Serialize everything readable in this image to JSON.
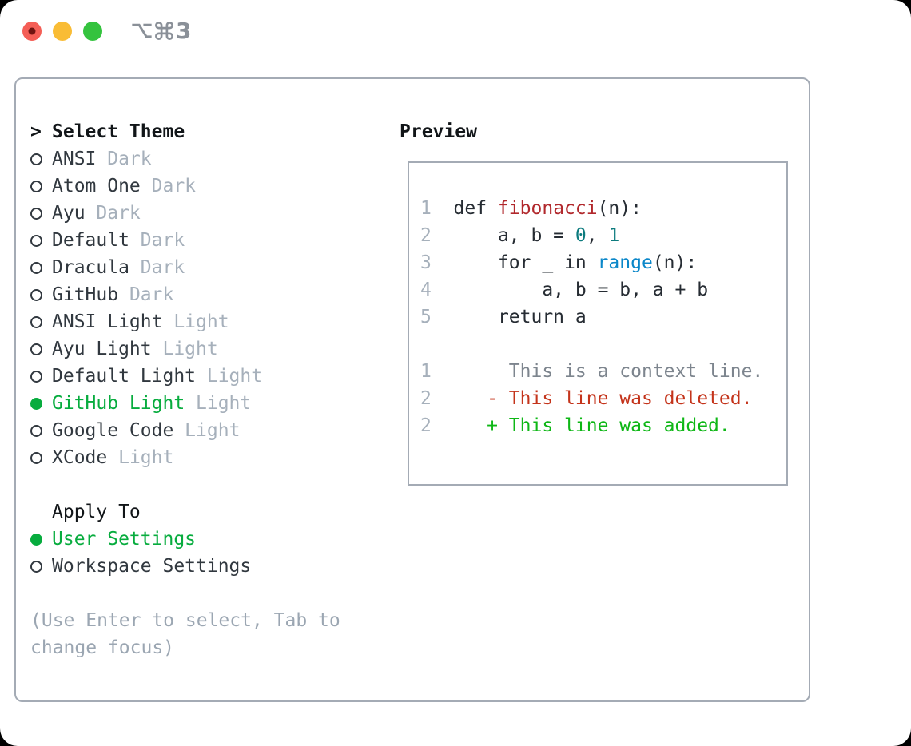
{
  "colors": {
    "heading": "#111518",
    "text_dark": "#31383f",
    "muted": "#a6b0bb",
    "hint": "#9ba6b2",
    "border": "#a4abb5",
    "accent_green": "#07ac3e",
    "code": "#262c33",
    "func": "#b1282c",
    "number": "#0d7b7e",
    "builtin": "#0b87c9",
    "context": "#7d858e",
    "deleted": "#c4341b",
    "added": "#0eb716",
    "traffic_red": "#f45e56",
    "traffic_red_dot": "#701310",
    "traffic_yellow": "#f9bc35",
    "traffic_green": "#34c33e",
    "title_gray": "#8a9098"
  },
  "window": {
    "title": "⌥⌘3",
    "title_digit": "3"
  },
  "theme_panel": {
    "prompt": ">",
    "header": "Select Theme",
    "items": [
      {
        "name": "ANSI",
        "variant": "Dark",
        "selected": false
      },
      {
        "name": "Atom One",
        "variant": "Dark",
        "selected": false
      },
      {
        "name": "Ayu",
        "variant": "Dark",
        "selected": false
      },
      {
        "name": "Default",
        "variant": "Dark",
        "selected": false
      },
      {
        "name": "Dracula",
        "variant": "Dark",
        "selected": false
      },
      {
        "name": "GitHub",
        "variant": "Dark",
        "selected": false
      },
      {
        "name": "ANSI Light",
        "variant": "Light",
        "selected": false
      },
      {
        "name": "Ayu Light",
        "variant": "Light",
        "selected": false
      },
      {
        "name": "Default Light",
        "variant": "Light",
        "selected": false
      },
      {
        "name": "GitHub Light",
        "variant": "Light",
        "selected": true
      },
      {
        "name": "Google Code",
        "variant": "Light",
        "selected": false
      },
      {
        "name": "XCode",
        "variant": "Light",
        "selected": false
      }
    ],
    "apply_to": {
      "header": "Apply To",
      "options": [
        {
          "label": "User Settings",
          "selected": true
        },
        {
          "label": "Workspace Settings",
          "selected": false
        }
      ]
    },
    "hint_lines": [
      "(Use Enter to select, Tab to",
      "change focus)"
    ]
  },
  "preview": {
    "header": "Preview",
    "lines": [
      {
        "num": "1",
        "kind": "code",
        "segments": [
          {
            "text": "  def ",
            "color": "code"
          },
          {
            "text": "fibonacci",
            "color": "func"
          },
          {
            "text": "(n):",
            "color": "code"
          }
        ]
      },
      {
        "num": "2",
        "kind": "code",
        "segments": [
          {
            "text": "      a, b = ",
            "color": "code"
          },
          {
            "text": "0",
            "color": "number"
          },
          {
            "text": ", ",
            "color": "code"
          },
          {
            "text": "1",
            "color": "number"
          }
        ]
      },
      {
        "num": "3",
        "kind": "code",
        "segments": [
          {
            "text": "      for _ in ",
            "color": "code"
          },
          {
            "text": "range",
            "color": "builtin"
          },
          {
            "text": "(n):",
            "color": "code"
          }
        ]
      },
      {
        "num": "4",
        "kind": "code",
        "segments": [
          {
            "text": "          a, b = b, a + b",
            "color": "code"
          }
        ]
      },
      {
        "num": "5",
        "kind": "code",
        "segments": [
          {
            "text": "      return a",
            "color": "code"
          }
        ]
      },
      {
        "num": "",
        "kind": "blank",
        "segments": []
      },
      {
        "num": "1",
        "kind": "context",
        "segments": [
          {
            "text": "       This is a context line.",
            "color": "context"
          }
        ]
      },
      {
        "num": "2",
        "kind": "deleted",
        "segments": [
          {
            "text": "     - This line was deleted.",
            "color": "deleted"
          }
        ]
      },
      {
        "num": "2",
        "kind": "added",
        "segments": [
          {
            "text": "     + This line was added.",
            "color": "added"
          }
        ]
      }
    ]
  }
}
